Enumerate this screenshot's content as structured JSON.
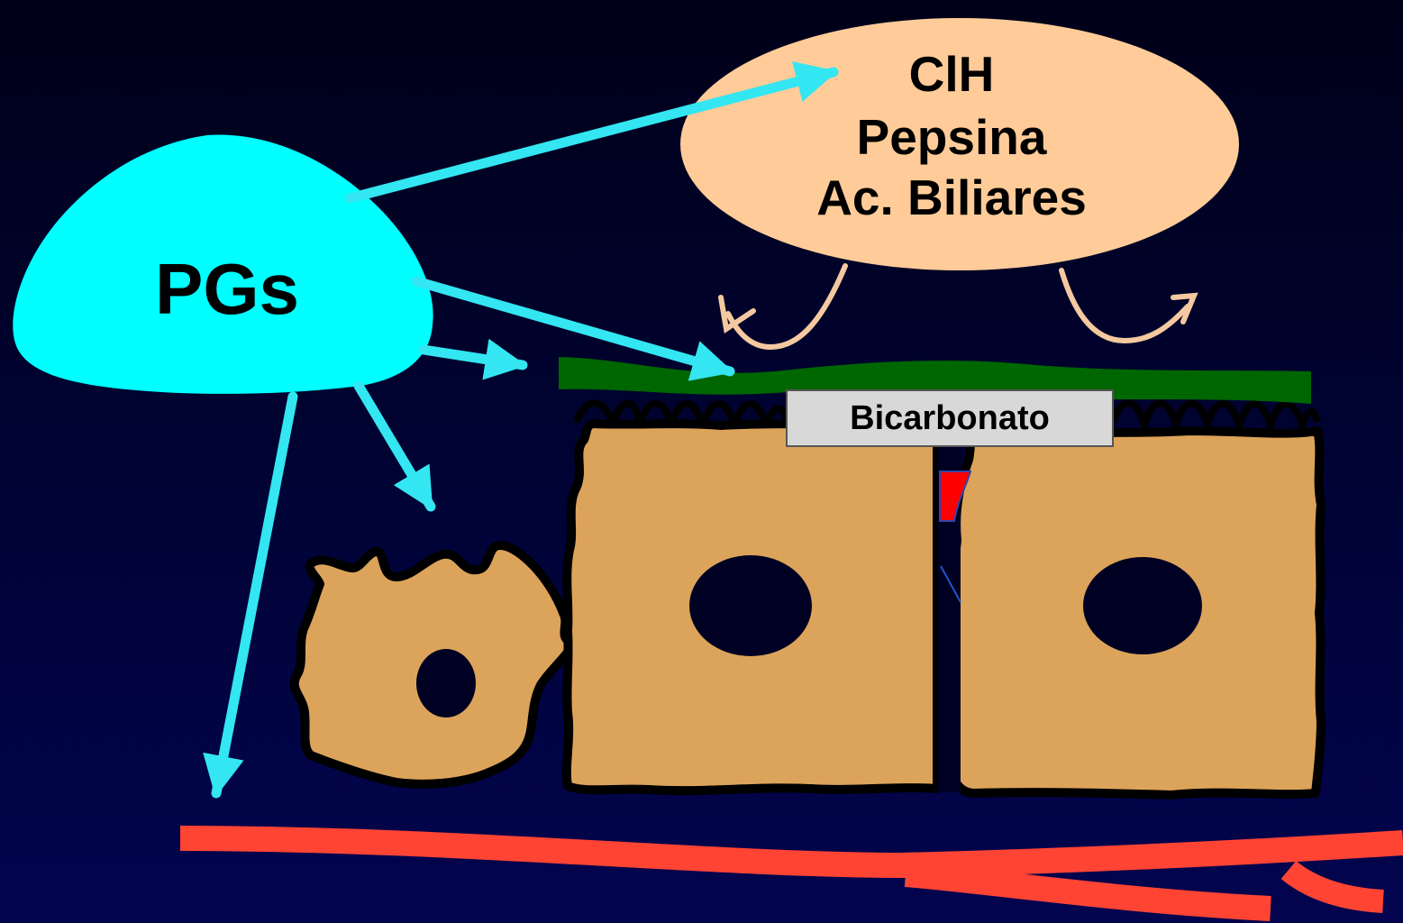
{
  "labels": {
    "source": "PGs",
    "aggressors": [
      "ClH",
      "Pepsina",
      "Ac. Biliares"
    ],
    "buffer": "Bicarbonato"
  },
  "colors": {
    "background_top": "#000018",
    "background_bottom": "#02044f",
    "prostaglandin_blob": "#00ffff",
    "arrows": "#33e6f2",
    "aggressor_ellipse": "#ffcc99",
    "aggressor_arrows": "#f5c9a0",
    "mucus_layer": "#006600",
    "cells": "#dca45a",
    "nuclei": "#000022",
    "blood_vessel": "#ff4433",
    "bicarbonate_box": "#d8d8d8"
  },
  "icons": [
    "prostaglandin-blob",
    "epithelial-cell",
    "cell-nucleus",
    "blood-vessel",
    "mucus-layer",
    "tight-junction"
  ]
}
